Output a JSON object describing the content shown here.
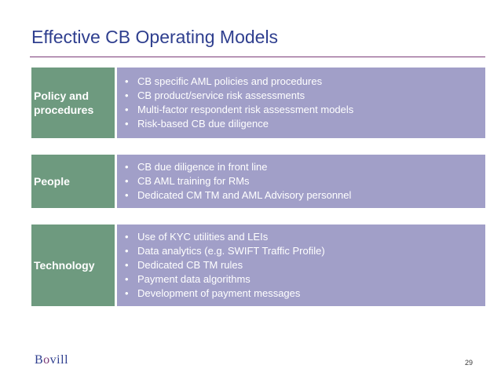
{
  "slide": {
    "title": "Effective CB Operating Models",
    "page_number": "29"
  },
  "logo": {
    "first": "B",
    "accent": "o",
    "rest": "vill"
  },
  "rows": [
    {
      "label_line1": "Policy and",
      "label_line2": "procedures",
      "bullets": [
        "CB specific AML policies and procedures",
        "CB product/service risk assessments",
        "Multi-factor respondent risk assessment models",
        "Risk-based CB due diligence"
      ]
    },
    {
      "label_line1": "People",
      "bullets": [
        "CB due diligence in front line",
        "CB AML training for RMs",
        "Dedicated CM TM and AML Advisory personnel"
      ]
    },
    {
      "label_line1": "Technology",
      "bullets": [
        "Use of KYC utilities and LEIs",
        "Data analytics (e.g. SWIFT Traffic Profile)",
        "Dedicated CB TM rules",
        "Payment data algorithms",
        "Development of payment messages"
      ]
    }
  ],
  "bullet_char": "•",
  "colors": {
    "title": "#2f3f8f",
    "label_bg": "#6e9a7f",
    "content_bg": "#a19fc8",
    "rule": "#7a3a78"
  }
}
